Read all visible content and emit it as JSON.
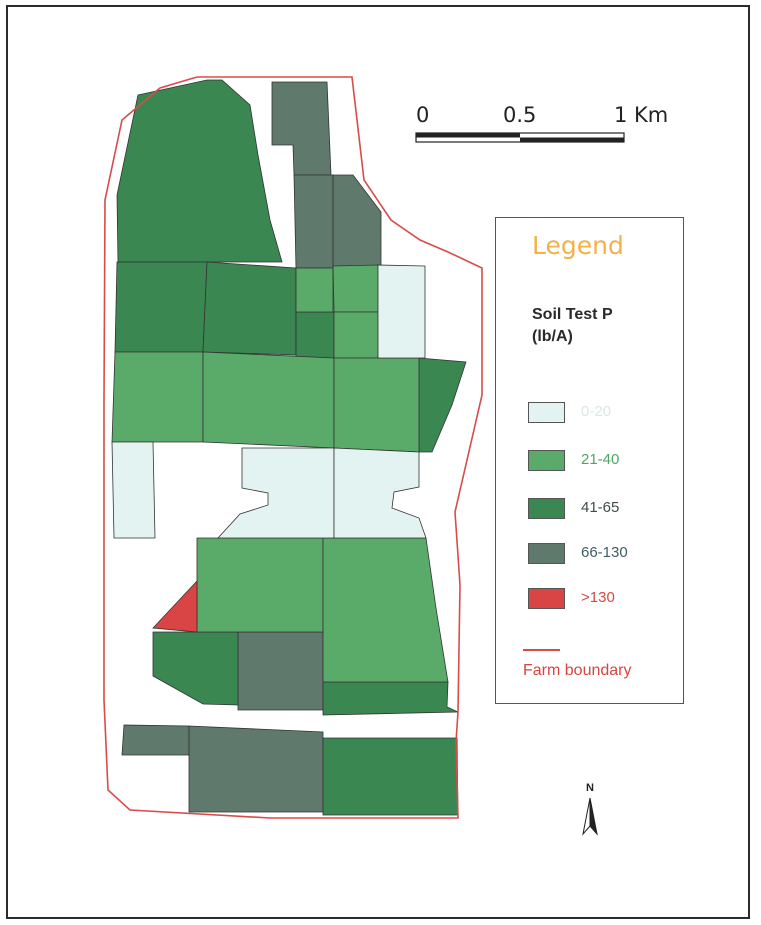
{
  "scale_bar": {
    "labels": [
      "0",
      "0.5",
      "1 Km"
    ]
  },
  "legend": {
    "title": "Legend",
    "subtitle_line1": "Soil Test P",
    "subtitle_line2": "(lb/A)",
    "classes": [
      {
        "label": "0-20",
        "fill": "#e2f3f1",
        "text_color": "#d8e8e6"
      },
      {
        "label": "21-40",
        "fill": "#5aab6a",
        "text_color": "#4fa564"
      },
      {
        "label": "41-65",
        "fill": "#3a8752",
        "text_color": "#3f4d45"
      },
      {
        "label": "66-130",
        "fill": "#5f7a6c",
        "text_color": "#3f5e63"
      },
      {
        "label": ">130",
        "fill": "#d94444",
        "text_color": "#d24a44"
      }
    ],
    "boundary_label": "Farm boundary",
    "boundary_color": "#d94b4b"
  },
  "north_arrow": {
    "label": "N"
  },
  "colors": {
    "class_0_20": "#e2f3f1",
    "class_21_40": "#5aab6a",
    "class_41_65": "#3a8752",
    "class_66_130": "#5f7a6c",
    "class_gt130": "#d94444",
    "boundary": "#d94b4b"
  }
}
